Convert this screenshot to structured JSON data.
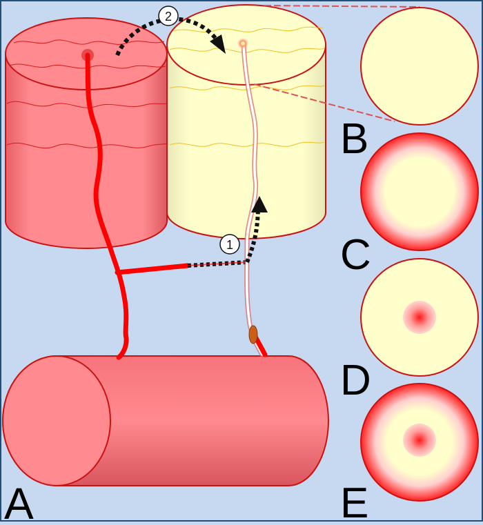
{
  "labels": {
    "a": "A",
    "b": "B",
    "c": "C",
    "d": "D",
    "e": "E"
  },
  "steps": {
    "step1": "1",
    "step2": "2"
  },
  "colors": {
    "background": "#c6d9f1",
    "border": "#1f4e79",
    "pink_fill": "#ff8080",
    "pink_edge": "#cc1111",
    "cream_fill": "#ffffcc",
    "vessel_red": "#ff0000",
    "clot": "#c8601a"
  }
}
